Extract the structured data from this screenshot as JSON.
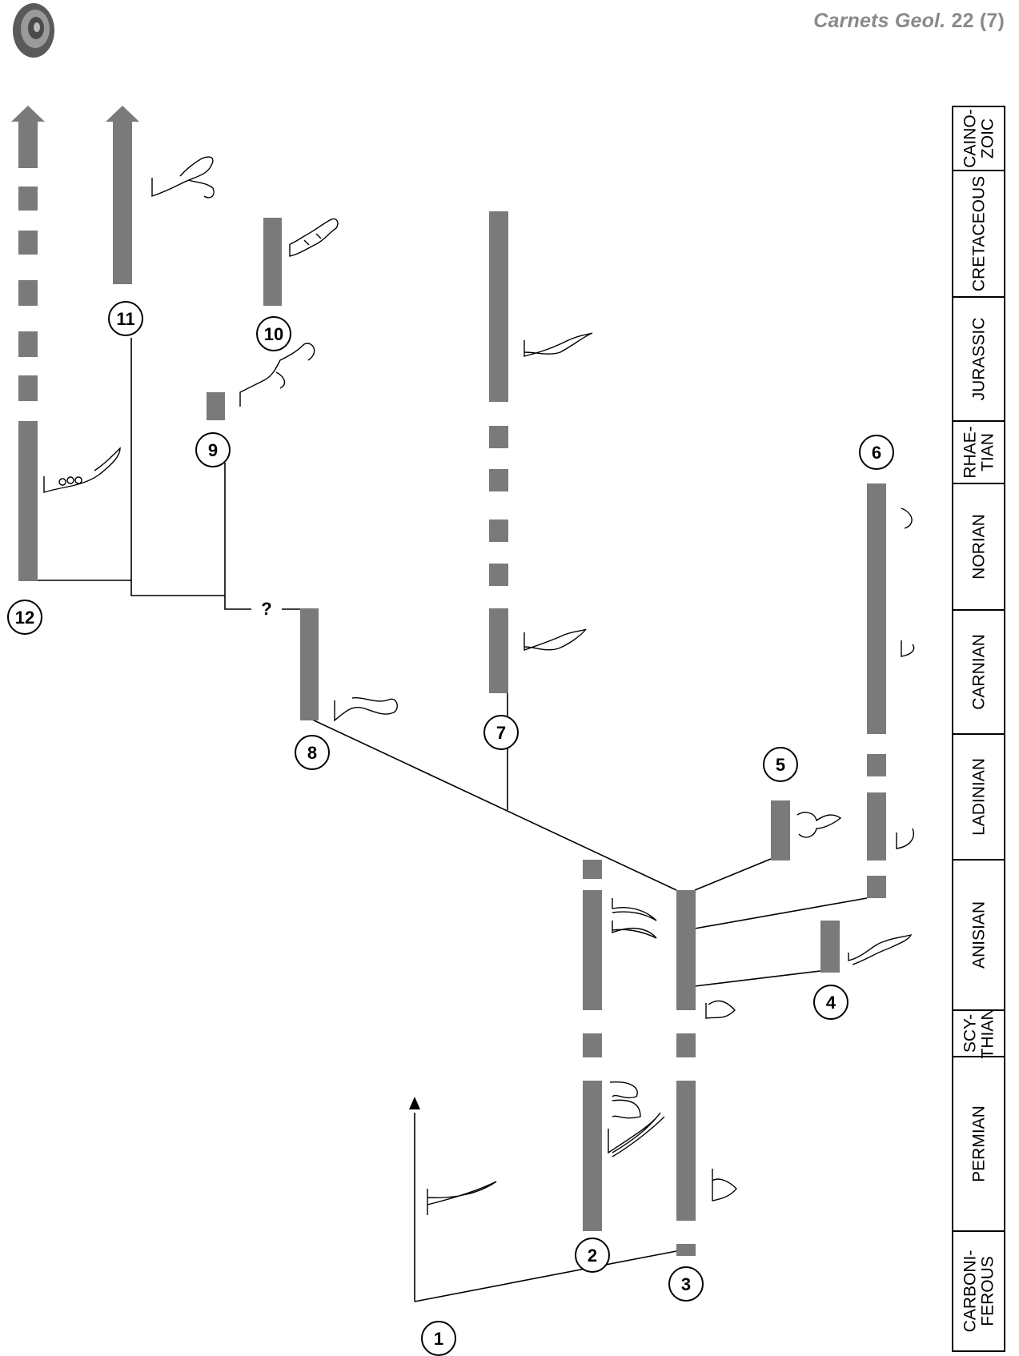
{
  "header": {
    "journal_italic": "Carnets Geol.",
    "journal_volume": " 22 (7)",
    "logo_icon": "ammonite-logo-icon"
  },
  "colors": {
    "bar": "#7a7a7a",
    "line": "#000000",
    "text": "#000000",
    "header": "#8a8a8a"
  },
  "time_scale": [
    {
      "id": "caino",
      "lines": [
        "CAINO-",
        "ZOIC"
      ]
    },
    {
      "id": "cretaceous",
      "lines": [
        "CRETACEOUS"
      ]
    },
    {
      "id": "jurassic",
      "lines": [
        "JURASSIC"
      ]
    },
    {
      "id": "rhaetian",
      "lines": [
        "RHAE-",
        "TIAN"
      ]
    },
    {
      "id": "norian",
      "lines": [
        "NORIAN"
      ]
    },
    {
      "id": "carnian",
      "lines": [
        "CARNIAN"
      ]
    },
    {
      "id": "ladinian",
      "lines": [
        "LADINIAN"
      ]
    },
    {
      "id": "anisian",
      "lines": [
        "ANISIAN"
      ]
    },
    {
      "id": "scythian",
      "lines": [
        "SCY-",
        "THIAN"
      ]
    },
    {
      "id": "permian",
      "lines": [
        "PERMIAN"
      ]
    },
    {
      "id": "carboniferous",
      "lines": [
        "CARBONI-",
        "FEROUS"
      ]
    }
  ],
  "nodes": [
    "1",
    "2",
    "3",
    "4",
    "5",
    "6",
    "7",
    "8",
    "9",
    "10",
    "11",
    "12"
  ],
  "uncertain_link": "?",
  "taxon_sketches": [
    "sketch-taxon-1-icon",
    "sketch-taxon-2-icon",
    "sketch-taxon-3-icon",
    "sketch-taxon-4-icon",
    "sketch-taxon-5-icon",
    "sketch-taxon-6-icon",
    "sketch-taxon-7-icon",
    "sketch-taxon-8-icon",
    "sketch-taxon-9-icon",
    "sketch-taxon-10-icon",
    "sketch-taxon-11-icon",
    "sketch-taxon-12-icon"
  ]
}
